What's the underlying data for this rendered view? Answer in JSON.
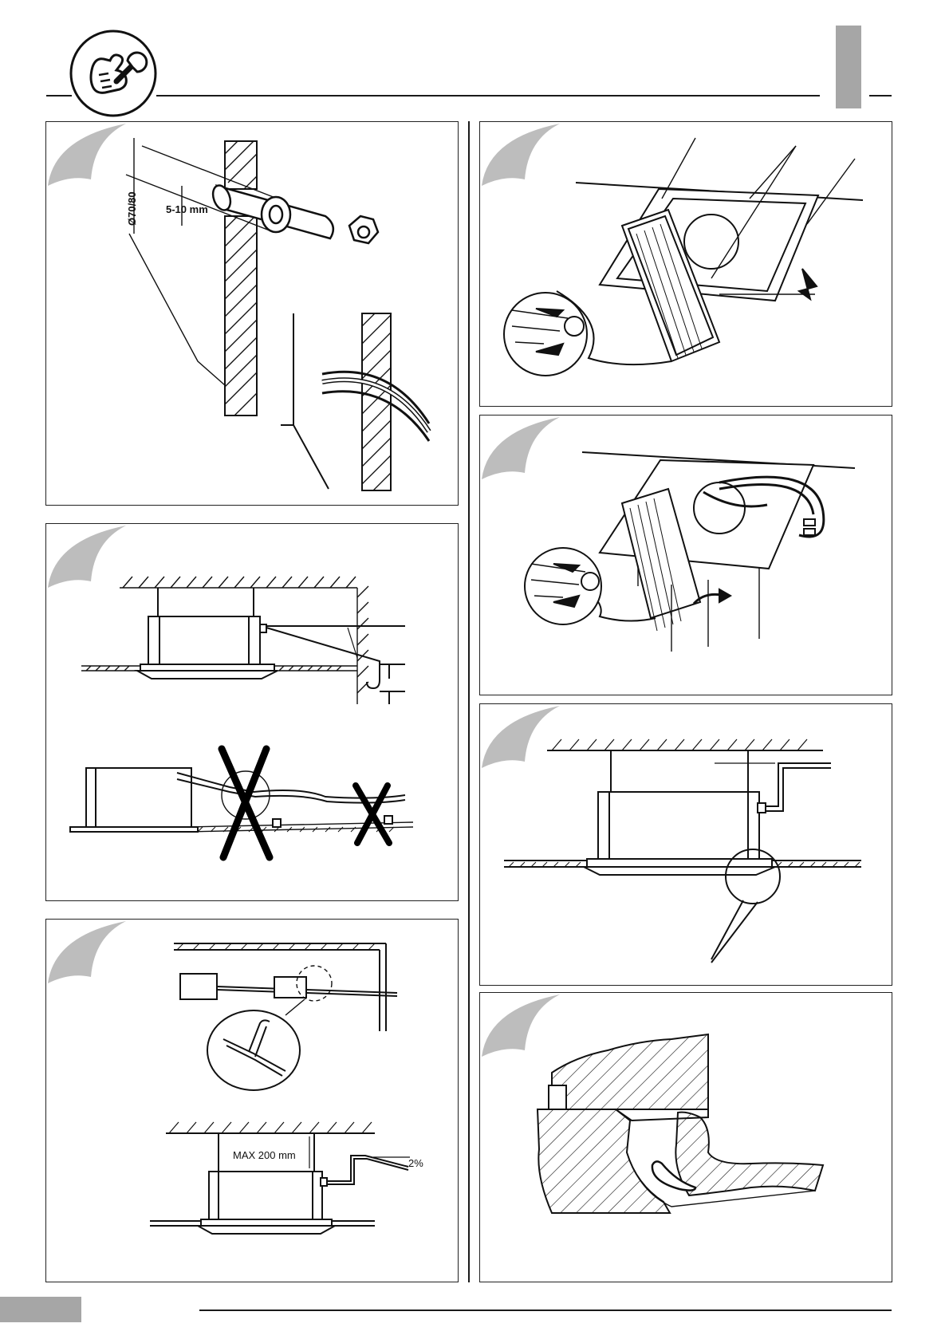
{
  "page": {
    "icon": "hand-wrench-icon"
  },
  "panels": {
    "wall_hole": {
      "dimension_diameter": "Ø70/80",
      "dimension_gap": "5-10 mm"
    },
    "drain_slope": {},
    "drain_join": {
      "max_height": "MAX 200 mm",
      "slope": "2%"
    },
    "grille_open": {},
    "grille_remove": {},
    "ceiling_side": {},
    "detail_section": {}
  },
  "colors": {
    "tab": "#a6a6a6",
    "corner_swoosh": "#bdbdbd",
    "line": "#1a1a1a"
  }
}
